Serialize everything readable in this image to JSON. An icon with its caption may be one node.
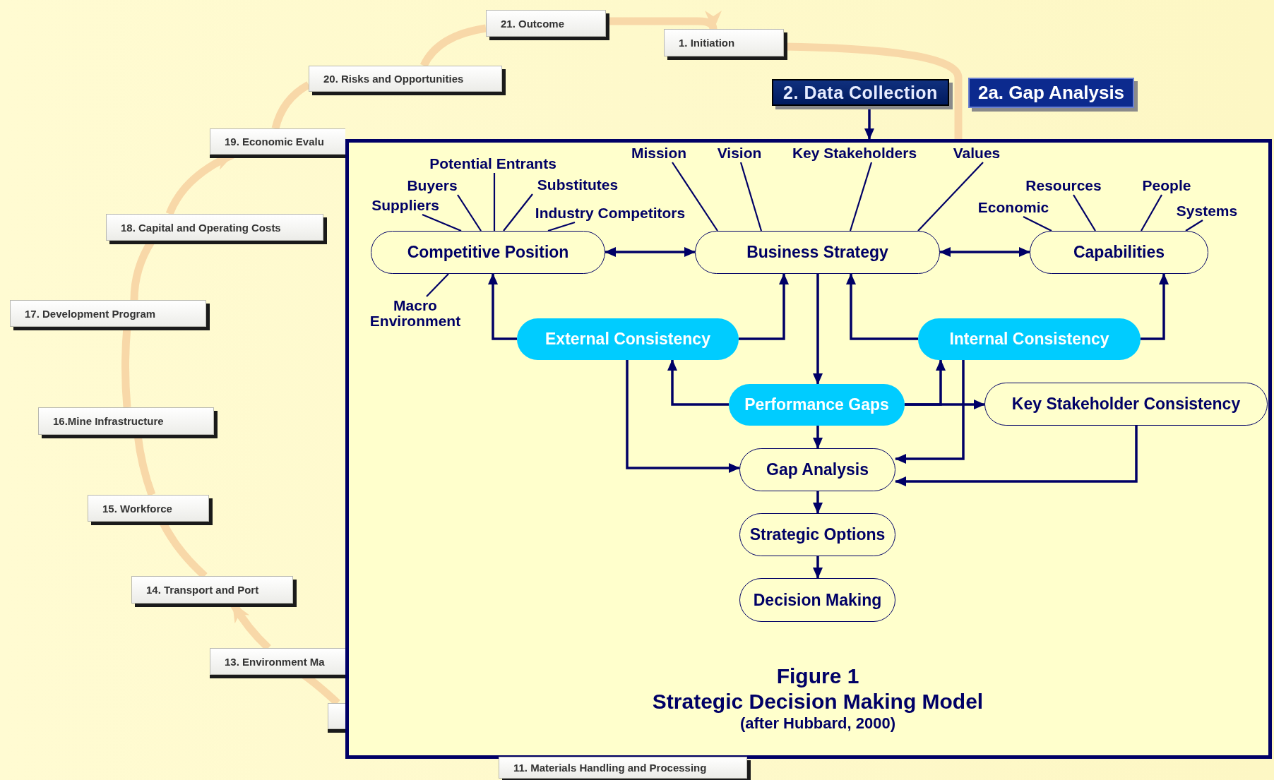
{
  "diagram": {
    "nodes": [
      {
        "text": [
          "21. Outcome"
        ]
      },
      {
        "text": [
          "1. Initiation"
        ]
      },
      {
        "text": [
          "20. Risks and Opportunities"
        ]
      },
      {
        "text": [
          "2. Data Collection"
        ]
      },
      {
        "text": [
          "2a. Gap Analysis"
        ]
      },
      {
        "text": [
          "19. Economic Evalu"
        ]
      },
      {
        "text": [
          "18. Capital and Operating Costs"
        ]
      },
      {
        "text": [
          "17. Development Program"
        ]
      },
      {
        "text": [
          "16.Mine Infrastructure"
        ]
      },
      {
        "text": [
          "15. Workforce"
        ]
      },
      {
        "text": [
          "14. Transport and Port"
        ]
      },
      {
        "text": [
          "13. Environment Ma"
        ]
      },
      {
        "text": [],
        "shape": "box"
      },
      {
        "text": [
          "11. Materials Handling and Processing"
        ]
      },
      {
        "text": [
          "Figure 1",
          "Strategic Decision Making Model",
          "(after Hubbard, 2000)"
        ]
      },
      {
        "text": [
          "Mission"
        ],
        "in": 14
      },
      {
        "text": [
          "Vision"
        ],
        "in": 14
      },
      {
        "text": [
          "Key Stakeholders"
        ],
        "in": 14
      },
      {
        "text": [
          "Values"
        ],
        "in": 14
      },
      {
        "text": [
          "Potential Entrants"
        ],
        "in": 14
      },
      {
        "text": [
          "Buyers"
        ],
        "in": 14
      },
      {
        "text": [
          "Substitutes"
        ],
        "in": 14
      },
      {
        "text": [
          "Suppliers"
        ],
        "in": 14
      },
      {
        "text": [
          "Industry Competitors"
        ],
        "in": 14
      },
      {
        "text": [
          "Resources"
        ],
        "in": 14
      },
      {
        "text": [
          "People"
        ],
        "in": 14
      },
      {
        "text": [
          "Economic"
        ],
        "in": 14
      },
      {
        "text": [
          "Systems"
        ],
        "in": 14
      },
      {
        "text": [
          "Competitive Position"
        ],
        "in": 14
      },
      {
        "text": [
          "Business Strategy"
        ],
        "in": 14
      },
      {
        "text": [
          "Capabilities"
        ],
        "in": 14
      },
      {
        "text": [
          "Macro Environment"
        ],
        "in": 14
      },
      {
        "text": [
          "External Consistency"
        ],
        "in": 14
      },
      {
        "text": [
          "Internal Consistency"
        ],
        "in": 14
      },
      {
        "text": [
          "Performance Gaps"
        ],
        "in": 14
      },
      {
        "text": [
          "Key Stakeholder Consistency"
        ],
        "in": 14
      },
      {
        "text": [
          "Gap Analysis"
        ],
        "in": 14
      },
      {
        "text": [
          "Strategic Options"
        ],
        "in": 14
      },
      {
        "text": [
          "Decision Making"
        ],
        "in": 14
      }
    ],
    "edges": [
      {
        "from": 0,
        "to": 1,
        "arrow": "to",
        "style": "thick",
        "color": "#f8d8a8"
      },
      {
        "from": 1,
        "to": 14,
        "arrow": "none",
        "style": "thick",
        "color": "#f8d8a8"
      },
      {
        "from": 2,
        "to": 0,
        "arrow": "none",
        "style": "thick",
        "color": "#f8d8a8"
      },
      {
        "from": 5,
        "to": 2,
        "arrow": "none",
        "style": "thick",
        "color": "#f8d8a8"
      },
      {
        "from": 6,
        "to": 5,
        "arrow": "to",
        "style": "thick",
        "color": "#f8d8a8"
      },
      {
        "from": 7,
        "to": 6,
        "arrow": "none",
        "style": "thick",
        "color": "#f8d8a8"
      },
      {
        "from": 8,
        "to": 7,
        "arrow": "none",
        "style": "thick",
        "color": "#f8d8a8"
      },
      {
        "from": 9,
        "to": 8,
        "arrow": "none",
        "style": "thick",
        "color": "#f8d8a8"
      },
      {
        "from": 10,
        "to": 9,
        "arrow": "none",
        "style": "thick",
        "color": "#f8d8a8"
      },
      {
        "from": 11,
        "to": 10,
        "arrow": "to",
        "style": "thick",
        "color": "#f8d8a8"
      },
      {
        "from": 12,
        "to": 11,
        "arrow": "none",
        "style": "thick",
        "color": "#f8d8a8"
      },
      {
        "from": 3,
        "to": 14,
        "arrow": "to"
      },
      {
        "from": 28,
        "to": 29,
        "arrow": "both"
      },
      {
        "from": 29,
        "to": 30,
        "arrow": "both"
      },
      {
        "from": 32,
        "to": 28,
        "arrow": "to"
      },
      {
        "from": 32,
        "to": 29,
        "arrow": "to"
      },
      {
        "from": 29,
        "to": 34,
        "arrow": "to"
      },
      {
        "from": 33,
        "to": 29,
        "arrow": "to"
      },
      {
        "from": 33,
        "to": 30,
        "arrow": "to"
      },
      {
        "from": 34,
        "to": 32,
        "arrow": "to"
      },
      {
        "from": 34,
        "to": 33,
        "arrow": "to"
      },
      {
        "from": 34,
        "to": 35,
        "arrow": "to"
      },
      {
        "from": 34,
        "to": 36,
        "arrow": "to"
      },
      {
        "from": 32,
        "to": 36,
        "arrow": "to"
      },
      {
        "from": 33,
        "to": 36,
        "arrow": "to"
      },
      {
        "from": 35,
        "to": 36,
        "arrow": "to"
      },
      {
        "from": 36,
        "to": 37,
        "arrow": "to"
      },
      {
        "from": 37,
        "to": 38,
        "arrow": "to"
      },
      {
        "from": 19,
        "to": 28,
        "arrow": "none"
      },
      {
        "from": 20,
        "to": 28,
        "arrow": "none"
      },
      {
        "from": 22,
        "to": 28,
        "arrow": "none"
      },
      {
        "from": 21,
        "to": 28,
        "arrow": "none"
      },
      {
        "from": 23,
        "to": 28,
        "arrow": "none"
      },
      {
        "from": 31,
        "to": 28,
        "arrow": "none"
      },
      {
        "from": 15,
        "to": 29,
        "arrow": "none"
      },
      {
        "from": 16,
        "to": 29,
        "arrow": "none"
      },
      {
        "from": 17,
        "to": 29,
        "arrow": "none"
      },
      {
        "from": 18,
        "to": 29,
        "arrow": "none"
      },
      {
        "from": 24,
        "to": 30,
        "arrow": "none"
      },
      {
        "from": 25,
        "to": 30,
        "arrow": "none"
      },
      {
        "from": 26,
        "to": 30,
        "arrow": "none"
      },
      {
        "from": 27,
        "to": 30,
        "arrow": "none"
      }
    ]
  }
}
